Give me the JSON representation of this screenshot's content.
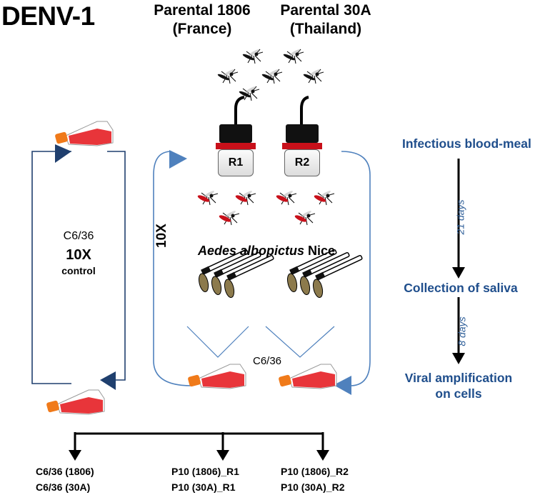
{
  "title": "DENV-1",
  "parental_1806": {
    "line1": "Parental 1806",
    "line2": "(France)"
  },
  "parental_30a": {
    "line1": "Parental 30A",
    "line2": "(Thailand)"
  },
  "reactors": {
    "r1": "R1",
    "r2": "R2"
  },
  "left_loop": {
    "cell_line": "C6/36",
    "passages": "10X",
    "label": "control"
  },
  "center_loop": {
    "passages": "10X",
    "species_italic": "Aedes albopictus",
    "species_suffix": " Nice",
    "cell_line": "C6/36"
  },
  "timeline": {
    "step1": "Infectious blood-meal",
    "interval1": "21 days",
    "step2": "Collection of saliva",
    "interval2": "8 days",
    "step3_line1": "Viral amplification",
    "step3_line2": "on cells"
  },
  "outputs": [
    {
      "line1": "C6/36 (1806)",
      "line2": "C6/36 (30A)"
    },
    {
      "line1": "P10 (1806)_R1",
      "line2": "P10 (30A)_R1"
    },
    {
      "line1": "P10 (1806)_R2",
      "line2": "P10 (30A)_R2"
    }
  ],
  "colors": {
    "loop_left": "#1f3f6e",
    "loop_center": "#4f81bd",
    "text_blue": "#1f4e8c",
    "medium": "#e8353a",
    "cap": "#f07a1a",
    "mosquito_blood": "#c8101a"
  }
}
